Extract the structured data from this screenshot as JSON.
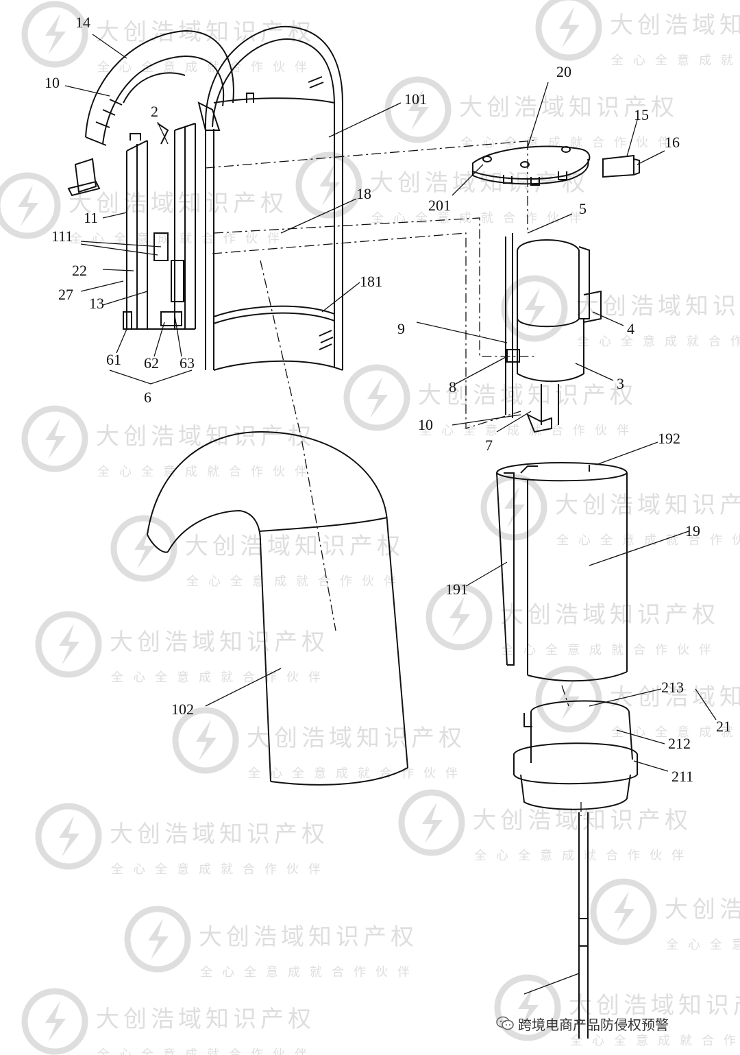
{
  "watermark": {
    "company": "大创浩域知识产权",
    "slogan": "全心全意成就合作伙伴"
  },
  "callouts": [
    {
      "id": "c14",
      "text": "14"
    },
    {
      "id": "c10",
      "text": "10"
    },
    {
      "id": "c2",
      "text": "2"
    },
    {
      "id": "c11",
      "text": "11"
    },
    {
      "id": "c111",
      "text": "111"
    },
    {
      "id": "c22",
      "text": "22"
    },
    {
      "id": "c27",
      "text": "27"
    },
    {
      "id": "c13",
      "text": "13"
    },
    {
      "id": "c61",
      "text": "61"
    },
    {
      "id": "c62",
      "text": "62"
    },
    {
      "id": "c63",
      "text": "63"
    },
    {
      "id": "c6",
      "text": "6"
    },
    {
      "id": "c101",
      "text": "101"
    },
    {
      "id": "c18",
      "text": "18"
    },
    {
      "id": "c181",
      "text": "181"
    },
    {
      "id": "c20",
      "text": "20"
    },
    {
      "id": "c15",
      "text": "15"
    },
    {
      "id": "c16",
      "text": "16"
    },
    {
      "id": "c201",
      "text": "201"
    },
    {
      "id": "c5",
      "text": "5"
    },
    {
      "id": "c4",
      "text": "4"
    },
    {
      "id": "c9",
      "text": "9"
    },
    {
      "id": "c3",
      "text": "3"
    },
    {
      "id": "c8",
      "text": "8"
    },
    {
      "id": "c10b",
      "text": "10"
    },
    {
      "id": "c7",
      "text": "7"
    },
    {
      "id": "c192",
      "text": "192"
    },
    {
      "id": "c19",
      "text": "19"
    },
    {
      "id": "c191",
      "text": "191"
    },
    {
      "id": "c102",
      "text": "102"
    },
    {
      "id": "c213",
      "text": "213"
    },
    {
      "id": "c21",
      "text": "21"
    },
    {
      "id": "c212",
      "text": "212"
    },
    {
      "id": "c211",
      "text": "211"
    }
  ],
  "footer": {
    "text": "跨境电商产品防侵权预警"
  }
}
